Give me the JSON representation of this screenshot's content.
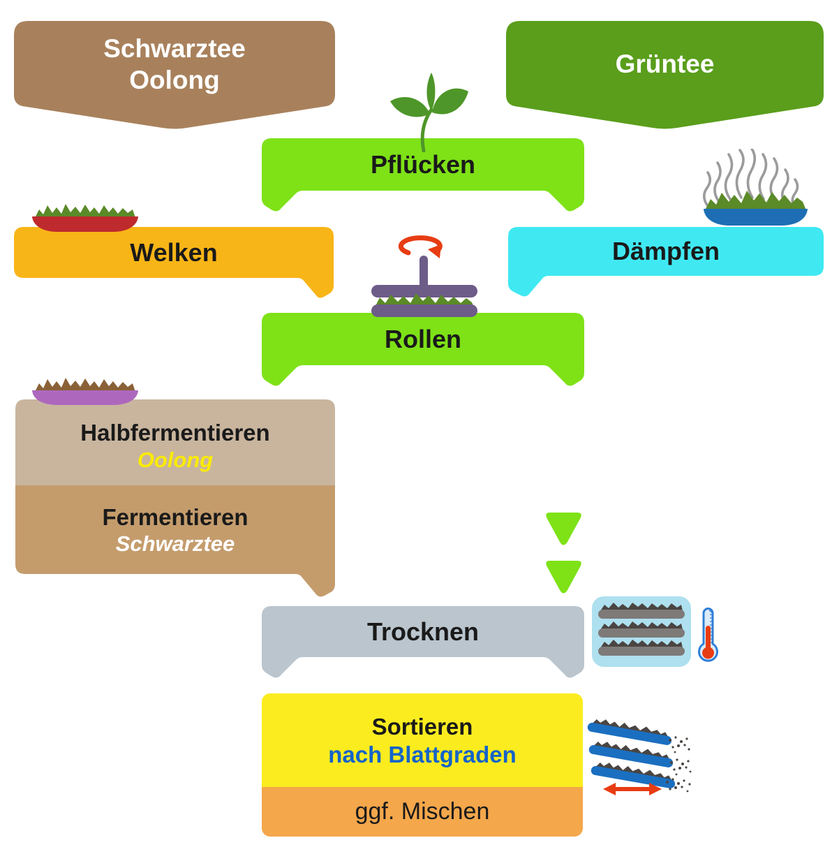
{
  "colors": {
    "lime": "#7EE217",
    "green-dark": "#5A9E1C",
    "brown": "#A8815C",
    "orange": "#F8B517",
    "cyan": "#40E9F2",
    "tan-light": "#C9B59E",
    "tan-dark": "#C49C6C",
    "gray-banner": "#BAC5CD",
    "yellow": "#FBEC1F",
    "orange-light": "#F4A74B",
    "blue-text": "#1464C8",
    "yellow-text": "#FAEB05",
    "text-dark": "#1A1A1A",
    "white": "#FFFFFF",
    "icon-bg": "#AEE0EF",
    "tray-gray": "#7D7A78",
    "dark-leaves": "#4A4542",
    "leaf-green": "#5B8A28",
    "sprout-green": "#4E9629",
    "red-bowl": "#BE2A2E",
    "purple-bowl": "#AD68BE",
    "brown-leaves": "#8A6137",
    "blue-bowl": "#1D6EB4",
    "steam-gray": "#9B9B9B",
    "purple-roller": "#6D5B88",
    "red-accent": "#E83C12",
    "thermo-blue": "#2F7FD6",
    "sieve-blue": "#1B6FC0"
  },
  "nodes": {
    "schwarztee_oolong": {
      "line1": "Schwarztee",
      "line2": "Oolong"
    },
    "gruentee": {
      "label": "Grüntee"
    },
    "pfluecken": {
      "label": "Pflücken"
    },
    "welken": {
      "label": "Welken"
    },
    "daempfen": {
      "label": "Dämpfen"
    },
    "rollen": {
      "label": "Rollen"
    },
    "halbfermentieren": {
      "label": "Halbfermentieren",
      "sublabel": "Oolong"
    },
    "fermentieren": {
      "label": "Fermentieren",
      "sublabel": "Schwarztee"
    },
    "trocknen": {
      "label": "Trocknen"
    },
    "sortieren": {
      "label": "Sortieren",
      "sublabel": "nach Blattgraden"
    },
    "mischen": {
      "label": "ggf. Mischen"
    }
  }
}
